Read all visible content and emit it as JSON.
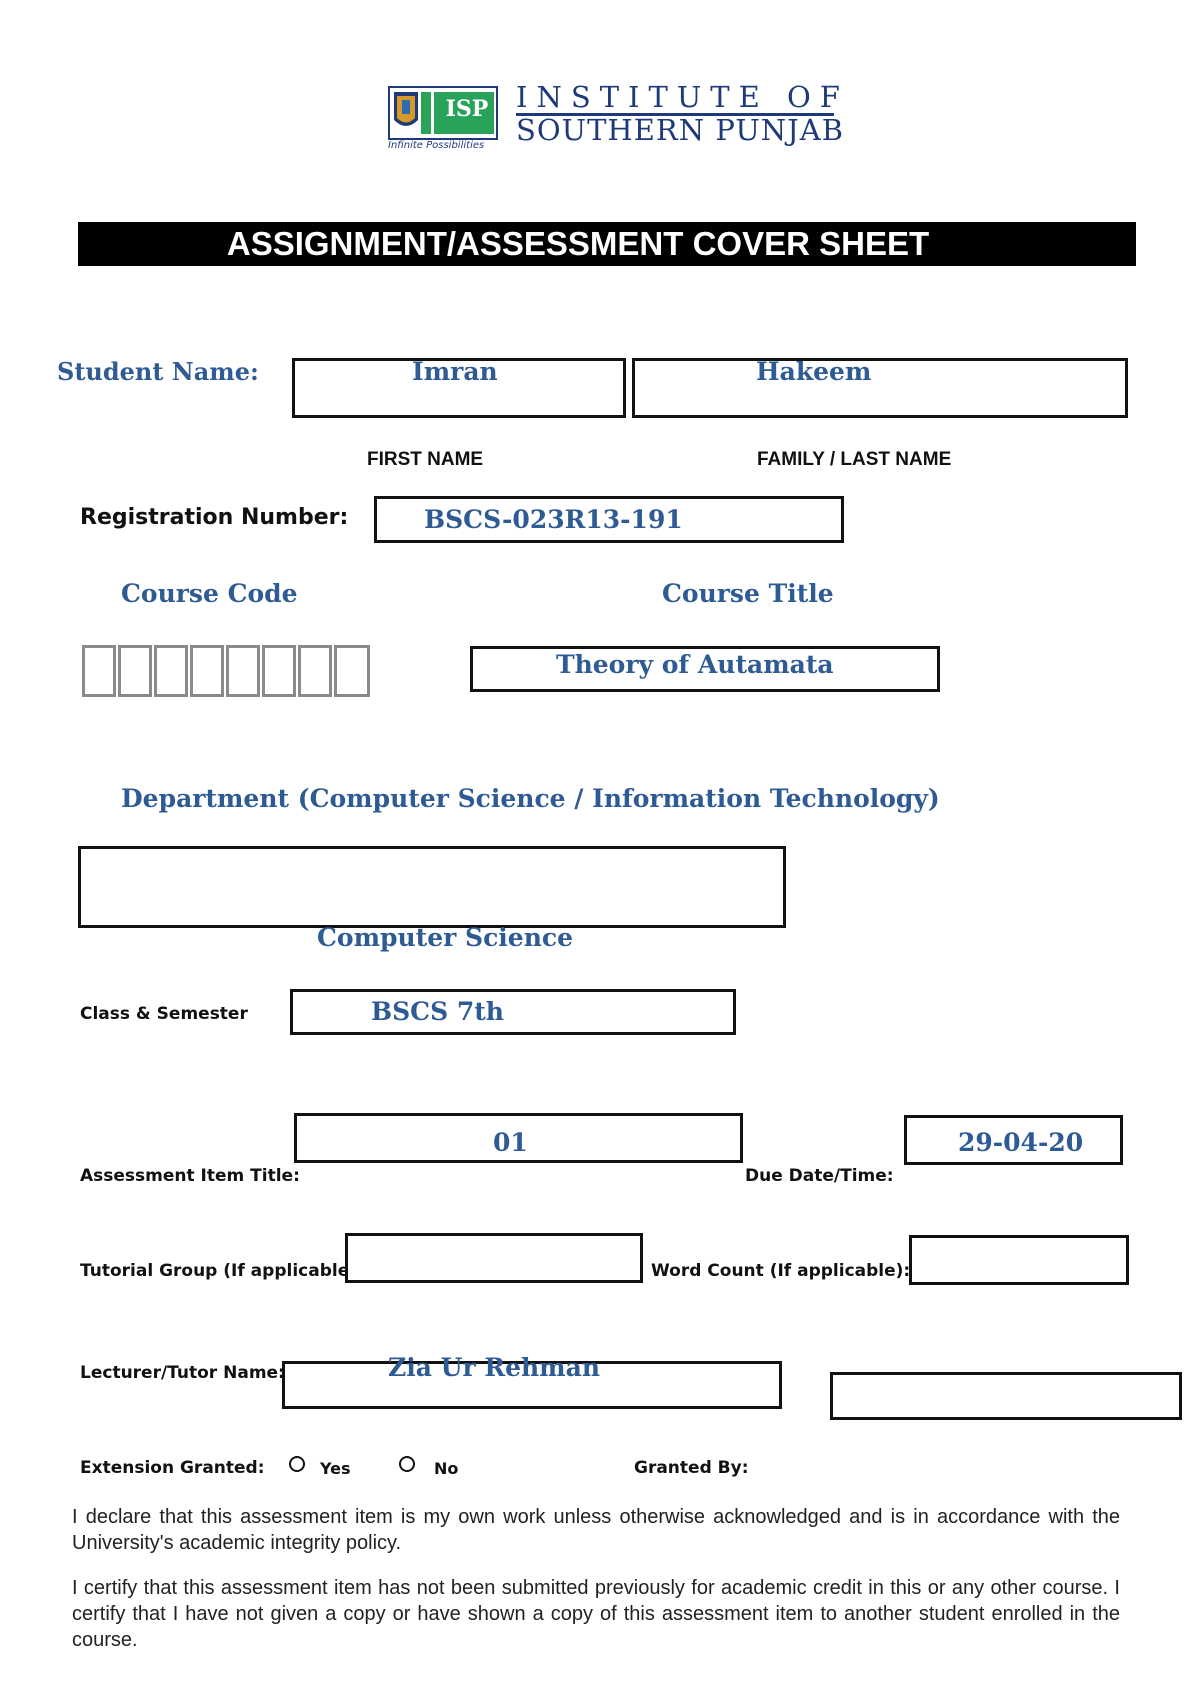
{
  "header": {
    "logo_tagline": "Infinite Possibilities",
    "logo_badge": "ISP",
    "institute_line1": "INSTITUTE OF",
    "institute_line2": "SOUTHERN PUNJAB"
  },
  "title": "ASSIGNMENT/ASSESSMENT COVER SHEET",
  "student": {
    "label": "Student Name:",
    "first_name": "Imran",
    "last_name": "Hakeem",
    "first_caption": "FIRST NAME",
    "last_caption": "FAMILY / LAST NAME"
  },
  "registration": {
    "label": "Registration Number:",
    "value": "BSCS-023R13-191"
  },
  "course": {
    "code_label": "Course Code",
    "title_label": "Course Title",
    "title_value": "Theory of Autamata"
  },
  "department": {
    "label": "Department (Computer Science / Information Technology)",
    "value": "Computer Science"
  },
  "class_semester": {
    "label": "Class & Semester",
    "value": "BSCS 7th"
  },
  "assessment": {
    "label": "Assessment Item Title:",
    "value": "01",
    "due_label": "Due Date/Time:",
    "due_value": "29-04-20"
  },
  "tutorial": {
    "label": "Tutorial Group (If applicable):",
    "value": "",
    "word_count_label": "Word Count (If applicable):",
    "word_count_value": ""
  },
  "lecturer": {
    "label": "Lecturer/Tutor Name:",
    "value": "Zia Ur Rehman"
  },
  "extension": {
    "label": "Extension Granted:",
    "yes": "Yes",
    "no": "No",
    "granted_by_label": "Granted By:"
  },
  "declaration": {
    "para1": "I declare that this assessment item is my own work unless otherwise acknowledged and is in accordance with the University's academic integrity policy.",
    "para2": "I certify that this assessment item has not been submitted previously for academic credit in this or any other course. I certify that I have not given a copy or have shown a copy of this assessment item to another student enrolled in the course."
  },
  "colors": {
    "accent_blue": "#2e5b93",
    "logo_navy": "#1f3a7a",
    "logo_green": "#2aa35a"
  }
}
